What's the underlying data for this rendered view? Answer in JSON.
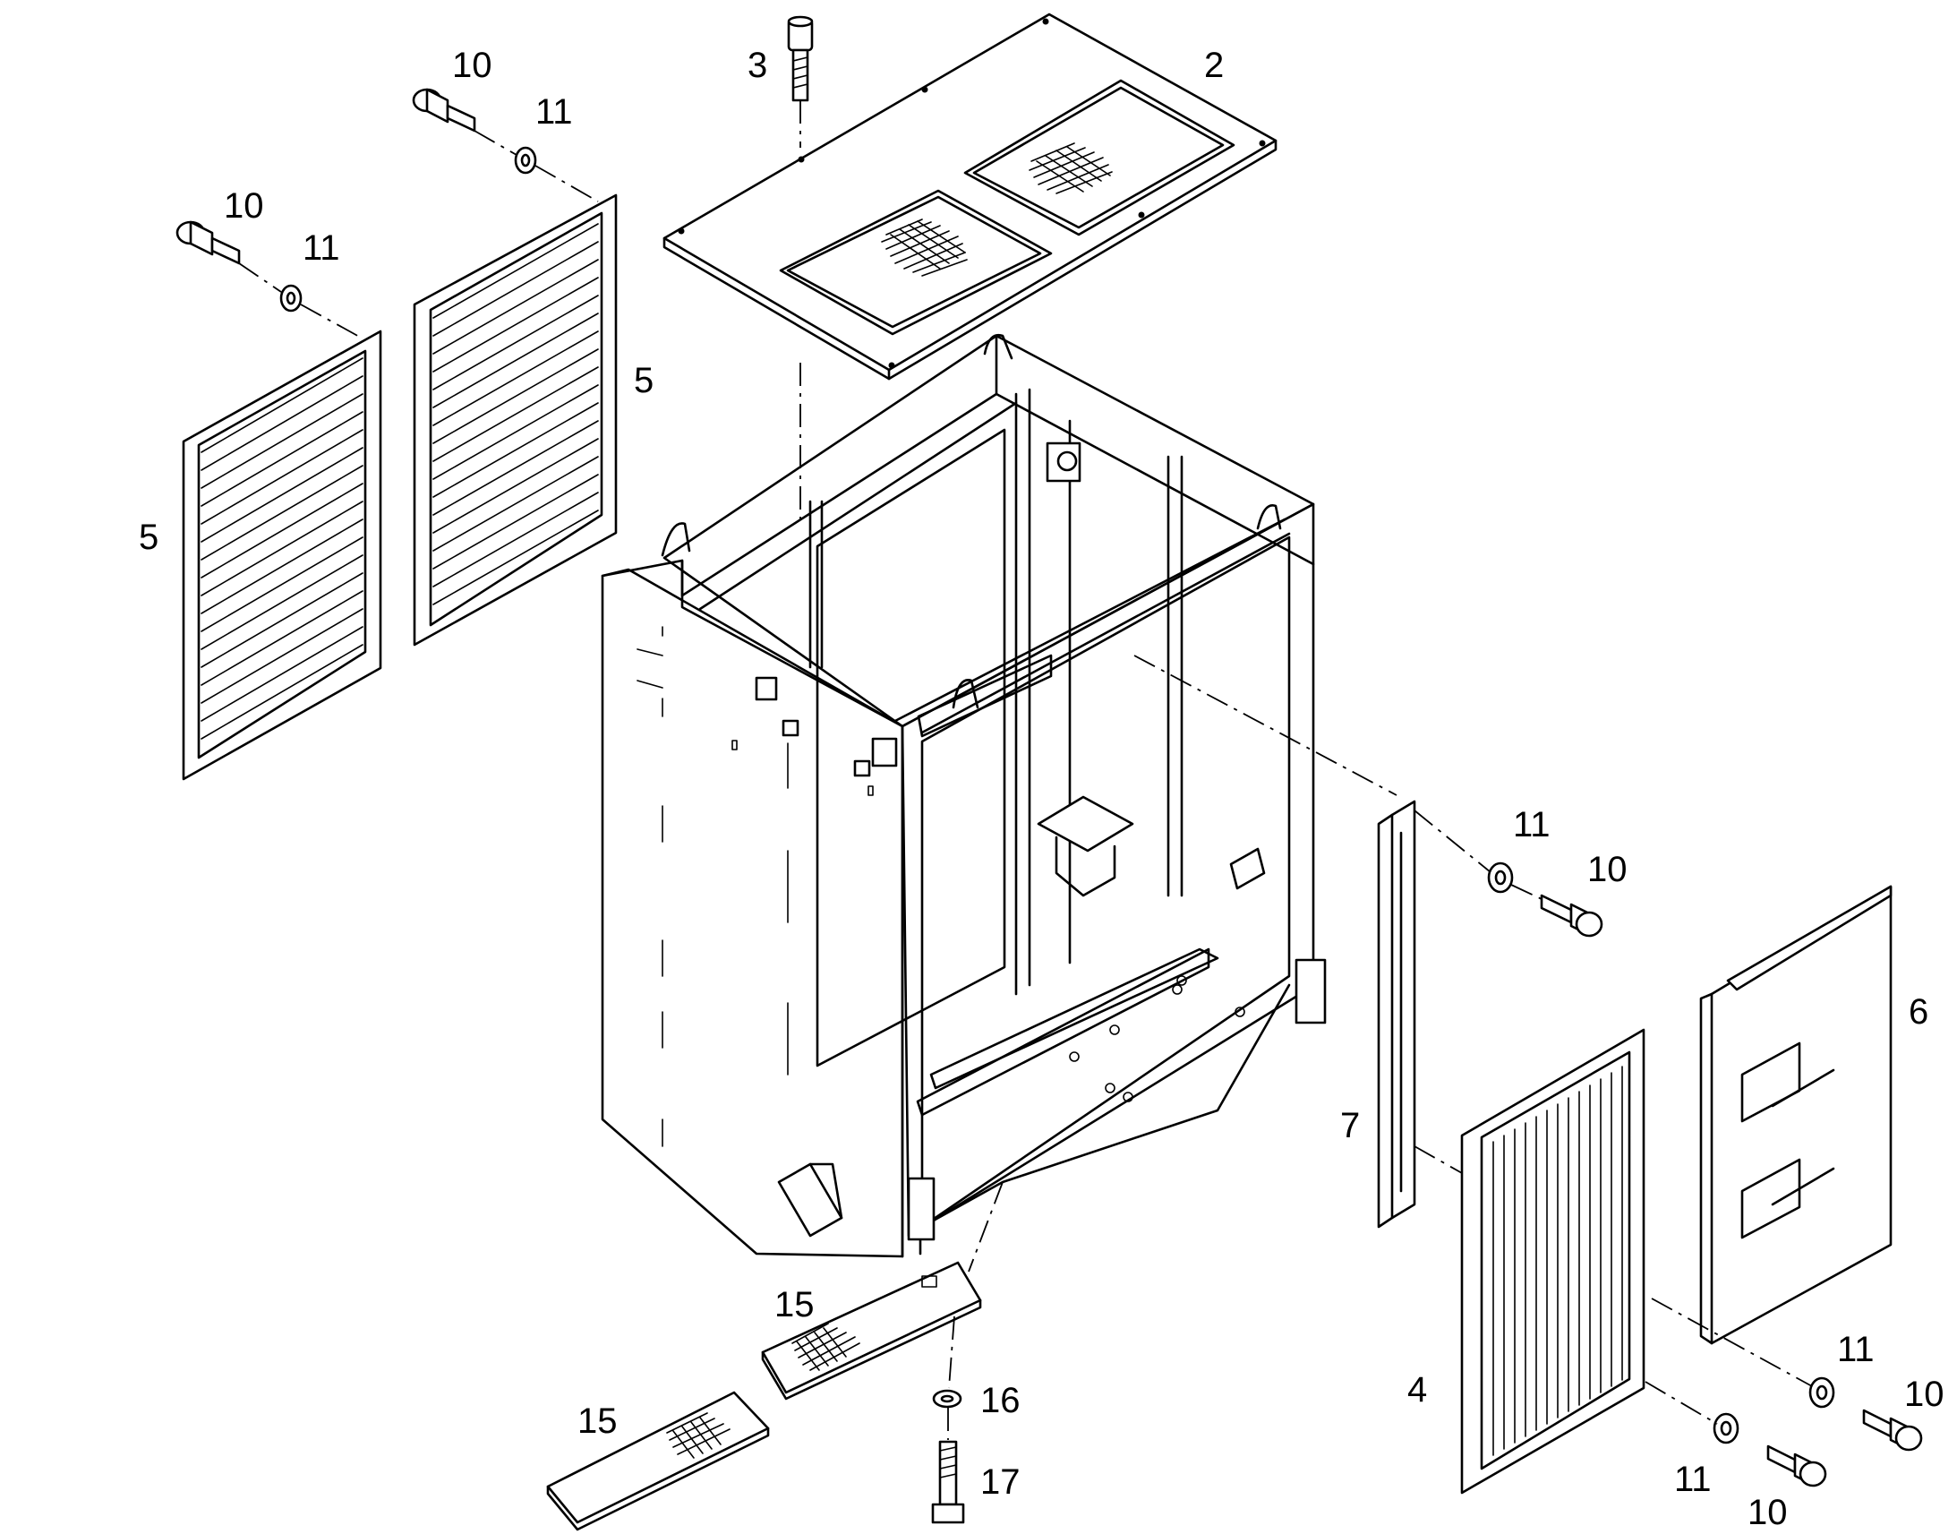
{
  "callouts": [
    {
      "id": "c3",
      "text": "3"
    },
    {
      "id": "c2",
      "text": "2"
    },
    {
      "id": "c10a",
      "text": "10"
    },
    {
      "id": "c11a",
      "text": "11"
    },
    {
      "id": "c10b",
      "text": "10"
    },
    {
      "id": "c11b",
      "text": "11"
    },
    {
      "id": "c5a",
      "text": "5"
    },
    {
      "id": "c5b",
      "text": "5"
    },
    {
      "id": "c11c",
      "text": "11"
    },
    {
      "id": "c10c",
      "text": "10"
    },
    {
      "id": "c6",
      "text": "6"
    },
    {
      "id": "c7",
      "text": "7"
    },
    {
      "id": "c4",
      "text": "4"
    },
    {
      "id": "c11d",
      "text": "11"
    },
    {
      "id": "c10d",
      "text": "10"
    },
    {
      "id": "c11e",
      "text": "11"
    },
    {
      "id": "c10e",
      "text": "10"
    },
    {
      "id": "c15a",
      "text": "15"
    },
    {
      "id": "c15b",
      "text": "15"
    },
    {
      "id": "c16",
      "text": "16"
    },
    {
      "id": "c17",
      "text": "17"
    }
  ]
}
